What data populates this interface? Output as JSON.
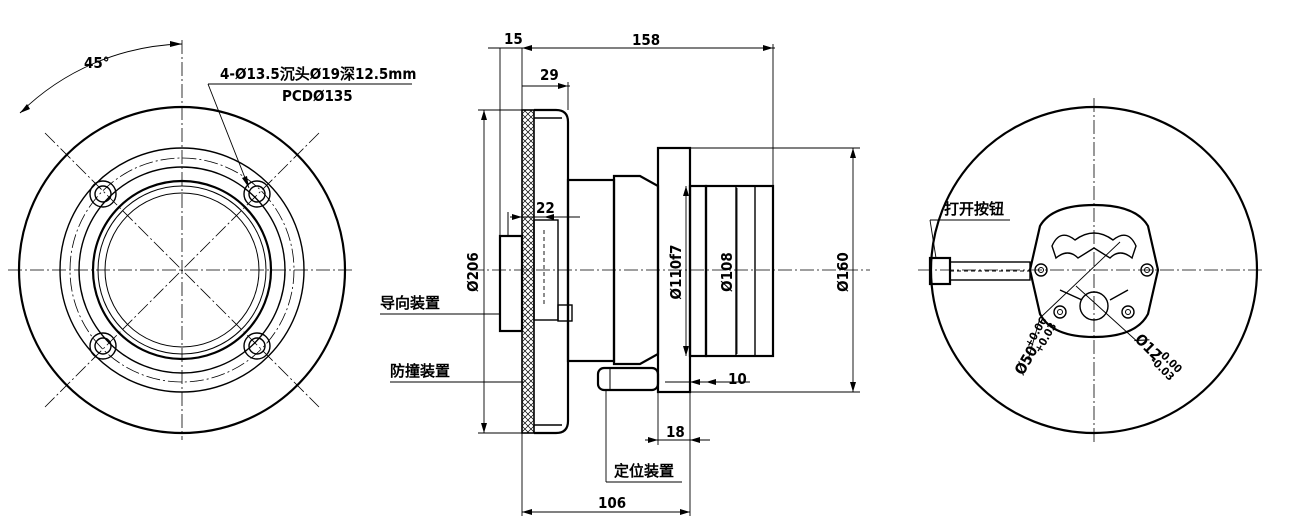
{
  "labels": {
    "angle": "45°",
    "hole_spec": "4-Ø13.5沉头Ø19深12.5mm",
    "pcd": "PCDØ135",
    "dim_15": "15",
    "dim_158": "158",
    "dim_29": "29",
    "dim_22": "22",
    "dim_206": "Ø206",
    "dim_110f7": "Ø110f7",
    "dim_108": "Ø108",
    "dim_160": "Ø160",
    "dim_10": "10",
    "dim_18": "18",
    "dim_106": "106",
    "guide": "导向装置",
    "anticollision": "防撞装置",
    "locating": "定位装置",
    "open_button": "打开按钮",
    "dia50_main": "Ø50",
    "dia50_tol_upper": "+0.06",
    "dia50_tol_lower": "+0.03",
    "dia12_main": "Ø12",
    "dia12_tol_upper": "-0.00",
    "dia12_tol_lower": "-0.03"
  }
}
